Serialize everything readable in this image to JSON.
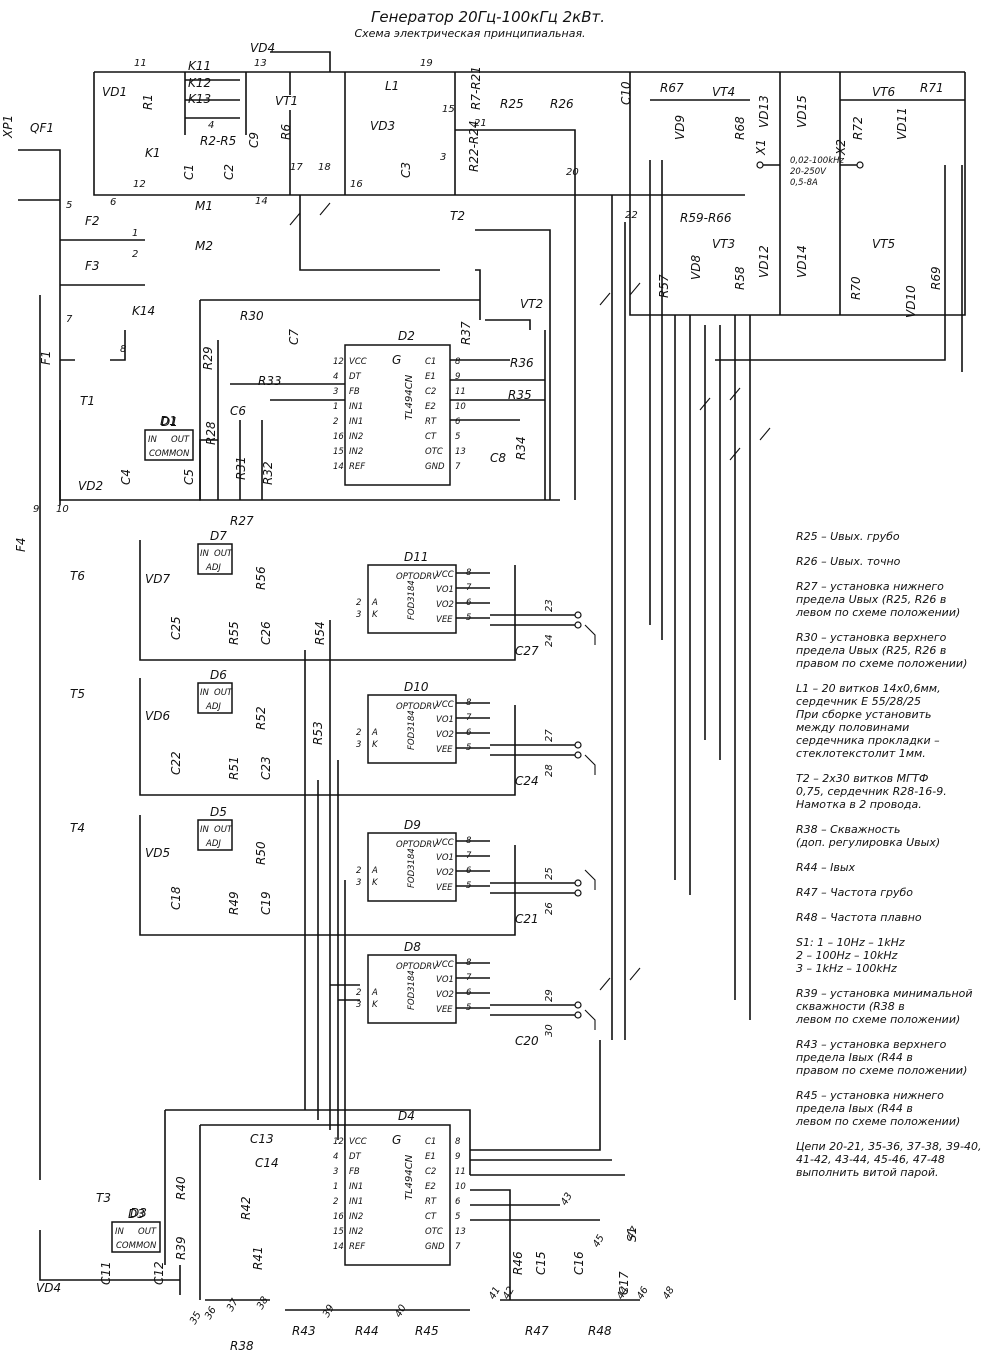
{
  "title": "Генератор 20Гц-100кГц 2кВт.",
  "subtitle": "Схема электрическая принципиальная.",
  "output": {
    "label": "0,02-100kHz\n20-250V\n0,5-8A",
    "terminals": [
      "X1",
      "X2"
    ]
  },
  "chips": {
    "D2": {
      "ref": "D2",
      "logo": "G",
      "part": "TL494CN",
      "left_pins": [
        "VCC",
        "DT",
        "FB",
        "IN1",
        "IN1",
        "IN2",
        "IN2",
        "REF"
      ],
      "left_nums": [
        "12",
        "4",
        "3",
        "1",
        "2",
        "16",
        "15",
        "14"
      ],
      "right_pins": [
        "C1",
        "E1",
        "C2",
        "E2",
        "RT",
        "CT",
        "OTC",
        "GND"
      ],
      "right_nums": [
        "8",
        "9",
        "11",
        "10",
        "6",
        "5",
        "13",
        "7"
      ]
    },
    "D4": {
      "ref": "D4",
      "logo": "G",
      "part": "TL494CN",
      "left_pins": [
        "VCC",
        "DT",
        "FB",
        "IN1",
        "IN1",
        "IN2",
        "IN2",
        "REF"
      ],
      "left_nums": [
        "12",
        "4",
        "3",
        "1",
        "2",
        "16",
        "15",
        "14"
      ],
      "right_pins": [
        "C1",
        "E1",
        "C2",
        "E2",
        "RT",
        "CT",
        "OTC",
        "GND"
      ],
      "right_nums": [
        "8",
        "9",
        "11",
        "10",
        "6",
        "5",
        "13",
        "7"
      ]
    },
    "drivers": [
      {
        "ref": "D11",
        "part": "FOD3184",
        "tag": "OPTODRV",
        "pins": [
          "VCC",
          "VO1",
          "VO2",
          "VEE"
        ],
        "pin_nums": [
          "8",
          "7",
          "6",
          "5"
        ],
        "in_nums": [
          "2",
          "3"
        ],
        "in_names": [
          "A",
          "K"
        ],
        "outs": [
          "23",
          "24"
        ],
        "cap": "C27"
      },
      {
        "ref": "D10",
        "part": "FOD3184",
        "tag": "OPTODRV",
        "pins": [
          "VCC",
          "VO1",
          "VO2",
          "VEE"
        ],
        "pin_nums": [
          "8",
          "7",
          "6",
          "5"
        ],
        "in_nums": [
          "2",
          "3"
        ],
        "in_names": [
          "A",
          "K"
        ],
        "outs": [
          "27",
          "28"
        ],
        "cap": "C24"
      },
      {
        "ref": "D9",
        "part": "FOD3184",
        "tag": "OPTODRV",
        "pins": [
          "VCC",
          "VO1",
          "VO2",
          "VEE"
        ],
        "pin_nums": [
          "8",
          "7",
          "6",
          "5"
        ],
        "in_nums": [
          "2",
          "3"
        ],
        "in_names": [
          "A",
          "K"
        ],
        "outs": [
          "25",
          "26"
        ],
        "cap": "C21"
      },
      {
        "ref": "D8",
        "part": "FOD3184",
        "tag": "OPTODRV",
        "pins": [
          "VCC",
          "VO1",
          "VO2",
          "VEE"
        ],
        "pin_nums": [
          "8",
          "7",
          "6",
          "5"
        ],
        "in_nums": [
          "2",
          "3"
        ],
        "in_names": [
          "A",
          "K"
        ],
        "outs": [
          "29",
          "30"
        ],
        "cap": "C20"
      }
    ],
    "regulators": [
      {
        "ref": "D1",
        "in": "IN",
        "out": "OUT",
        "gnd": "COMMON"
      },
      {
        "ref": "D3",
        "in": "IN",
        "out": "OUT",
        "gnd": "COMMON"
      },
      {
        "ref": "D7",
        "in": "IN",
        "out": "OUT",
        "adj": "ADJ"
      },
      {
        "ref": "D6",
        "in": "IN",
        "out": "OUT",
        "adj": "ADJ"
      },
      {
        "ref": "D5",
        "in": "IN",
        "out": "OUT",
        "adj": "ADJ"
      }
    ]
  },
  "power_section": {
    "labels": [
      "XP1",
      "QF1",
      "VD1",
      "R1",
      "K1",
      "K11",
      "K12",
      "K13",
      "R2-R5",
      "VD4",
      "VT1",
      "R6",
      "C9",
      "C1",
      "C2",
      "L1",
      "VD3",
      "C3",
      "R7-R21",
      "R22-R24",
      "R25",
      "R26",
      "C10",
      "R67",
      "R71",
      "VT4",
      "VT6",
      "VD9",
      "R68",
      "VD13",
      "VD15",
      "R72",
      "VD11",
      "R59-R66",
      "VT3",
      "VT5",
      "R57",
      "VD8",
      "R58",
      "VD12",
      "VD14",
      "R70",
      "VD10",
      "R69",
      "T2",
      "VT2",
      "M1",
      "M2",
      "K14",
      "F1",
      "F2",
      "F3",
      "T1",
      "VD2",
      "C4",
      "C5",
      "D1",
      "F4"
    ],
    "fixed_numbers": [
      "15",
      "3",
      "4",
      "8",
      "5",
      "6",
      "7",
      "9",
      "10",
      "11",
      "12",
      "13",
      "14",
      "16",
      "17",
      "18",
      "19",
      "20",
      "21",
      "22",
      "1",
      "2"
    ]
  },
  "control_section": {
    "labels": [
      "R29",
      "R30",
      "C7",
      "R33",
      "C6",
      "R28",
      "R31",
      "R32",
      "R27",
      "R37",
      "R36",
      "R35",
      "R34",
      "C8"
    ]
  },
  "isolated_supplies": {
    "labels": [
      "T6",
      "VD7",
      "C25",
      "R56",
      "R55",
      "C26",
      "R54",
      "T5",
      "VD6",
      "C22",
      "R52",
      "R51",
      "C23",
      "R53",
      "T4",
      "VD5",
      "C18",
      "R50",
      "R49",
      "C19"
    ]
  },
  "pwm_section": {
    "labels": [
      "T3",
      "VD4",
      "C11",
      "C12",
      "D3",
      "R40",
      "R39",
      "C13",
      "C14",
      "R42",
      "R41",
      "R46",
      "C15",
      "C16",
      "S1",
      "C17",
      "R38",
      "R43",
      "R44",
      "R45",
      "R47",
      "R48"
    ],
    "bottom_nets": [
      "35",
      "36",
      "37",
      "38",
      "39",
      "40",
      "41",
      "42",
      "43",
      "44",
      "45",
      "46",
      "47",
      "48"
    ]
  },
  "notes": [
    "R25 – Uвых. грубо",
    "R26 – Uвых. точно",
    "R27 – установка нижнего\nпредела Uвых (R25, R26 в\nлевом по схеме положении)",
    "R30 – установка верхнего\nпредела Uвых (R25, R26 в\nправом по схеме положении)",
    "L1 – 20 витков 14х0,6мм,\nсердечник Е 55/28/25\nПри сборке установить\nмежду половинами\nсердечника прокладки –\nстеклотекстолит 1мм.",
    "T2 – 2х30 витков МГТФ\n0,75, сердечник R28-16-9.\nНамотка в 2 провода.",
    "R38 – Скважность\n(доп. регулировка Uвых)",
    "R44 – Iвых",
    "R47 – Частота грубо",
    "R48 – Частота плавно",
    "S1: 1 – 10Hz – 1kHz\n      2 – 100Hz – 10kHz\n      3 – 1kHz – 100kHz",
    "R39 – установка минимальной\nскважности (R38 в\nлевом по схеме положении)",
    "R43 – установка верхнего\nпредела Iвых (R44 в\nправом по схеме положении)",
    "R45 – установка нижнего\nпредела Iвых (R44 в\nлевом по схеме положении)",
    "Цепи 20-21, 35-36, 37-38, 39-40,\n41-42, 43-44, 45-46, 47-48\nвыполнить витой парой."
  ]
}
